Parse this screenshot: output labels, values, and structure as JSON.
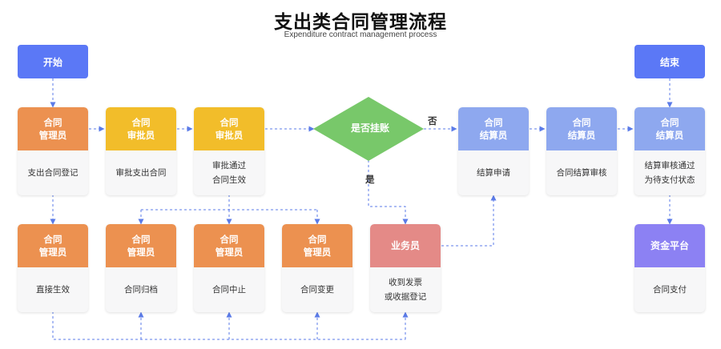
{
  "header": {
    "title": "支出类合同管理流程",
    "subtitle": "Expenditure contract management process"
  },
  "start": "开始",
  "end": "结束",
  "decision": {
    "question": "是否挂账",
    "no_label": "否",
    "yes_label": "是"
  },
  "nodes": {
    "manager_register": {
      "role": [
        "合同",
        "管理员"
      ],
      "task": [
        "支出合同登记"
      ]
    },
    "approver_review": {
      "role": [
        "合同",
        "审批员"
      ],
      "task": [
        "审批支出合同"
      ]
    },
    "approver_pass": {
      "role": [
        "合同",
        "审批员"
      ],
      "task": [
        "审批通过",
        "合同生效"
      ]
    },
    "settle_apply": {
      "role": [
        "合同",
        "结算员"
      ],
      "task": [
        "结算申请"
      ]
    },
    "settle_review": {
      "role": [
        "合同",
        "结算员"
      ],
      "task": [
        "合同结算审核"
      ]
    },
    "settle_pass": {
      "role": [
        "合同",
        "结算员"
      ],
      "task": [
        "结算审核通过",
        "为待支付状态"
      ]
    },
    "manager_direct": {
      "role": [
        "合同",
        "管理员"
      ],
      "task": [
        "直接生效"
      ]
    },
    "manager_archive": {
      "role": [
        "合同",
        "管理员"
      ],
      "task": [
        "合同归档"
      ]
    },
    "manager_stop": {
      "role": [
        "合同",
        "管理员"
      ],
      "task": [
        "合同中止"
      ]
    },
    "manager_change": {
      "role": [
        "合同",
        "管理员"
      ],
      "task": [
        "合同变更"
      ]
    },
    "business": {
      "role": [
        "业务员"
      ],
      "task": [
        "收到发票",
        "或收据登记"
      ]
    },
    "fund_platform": {
      "role": [
        "资金平台"
      ],
      "task": [
        "合同支付"
      ]
    }
  },
  "colors": {
    "terminal": "#5b78f6",
    "manager": "#ec9150",
    "approver": "#f2bd2a",
    "settler": "#8ea8ef",
    "business": "#e48a87",
    "fund": "#8c81f3",
    "decision": "#78c86a",
    "connector": "#5b7be8"
  }
}
